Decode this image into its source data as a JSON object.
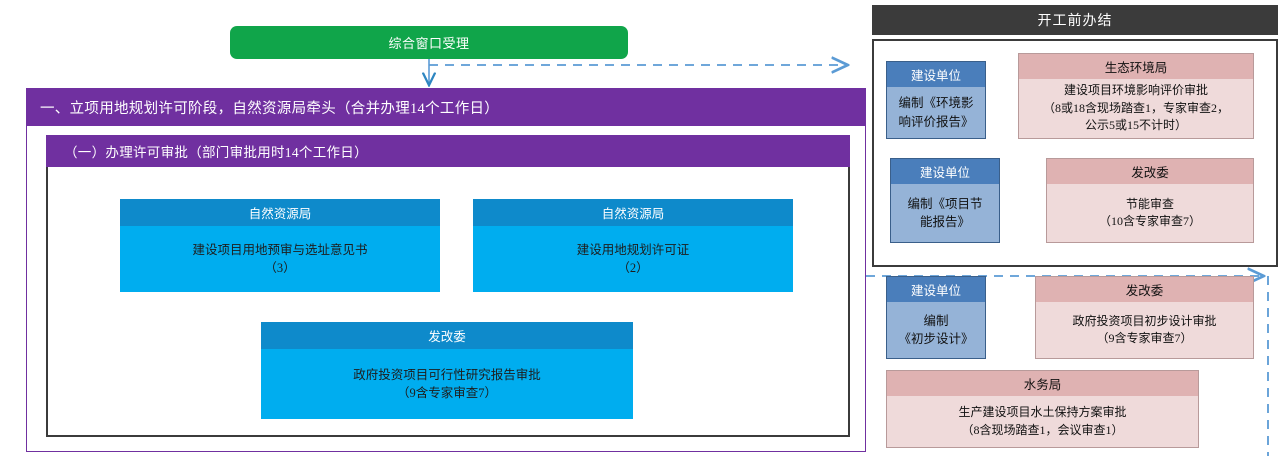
{
  "colors": {
    "green": "#10A54A",
    "purple": "#7030A0",
    "cyan_header": "#0E8ACB",
    "cyan_body": "#00ADEF",
    "blue_header": "#4A7EBB",
    "blue_body": "#95B3D7",
    "pink_header": "#DFB2B2",
    "pink_body": "#EFDADA",
    "dark": "#3B3B3B",
    "arrow_blue": "#5B9BD5"
  },
  "start_node": {
    "label": "综合窗口受理"
  },
  "left_stage": {
    "header": "一、立项用地规划许可阶段，自然资源局牵头（合并办理14个工作日）",
    "sub_header": "（一）办理许可审批（部门审批用时14个工作日）",
    "cards": [
      {
        "org": "自然资源局",
        "task": "建设项目用地预审与选址意见书",
        "days": "（3）"
      },
      {
        "org": "自然资源局",
        "task": "建设用地规划许可证",
        "days": "（2）"
      },
      {
        "org": "发改委",
        "task": "政府投资项目可行性研究报告审批",
        "days": "（9含专家审查7）"
      }
    ]
  },
  "right_panel": {
    "header": "开工前办结",
    "groups": [
      {
        "actor": {
          "org": "建设单位",
          "task": "编制《环境影\n响评价报告》"
        },
        "target": {
          "org": "生态环境局",
          "task": "建设项目环境影响评价审批",
          "days": "（8或18含现场踏查1，专家审查2，\n公示5或15不计时）"
        }
      },
      {
        "actor": {
          "org": "建设单位",
          "task": "编制《项目节\n能报告》"
        },
        "target": {
          "org": "发改委",
          "task": "节能审查",
          "days": "（10含专家审查7）"
        }
      }
    ],
    "lower_groups": [
      {
        "actor": {
          "org": "建设单位",
          "task": "编制\n《初步设计》"
        },
        "target": {
          "org": "发改委",
          "task": "政府投资项目初步设计审批",
          "days": "（9含专家审查7）"
        }
      },
      {
        "target": {
          "org": "水务局",
          "task": "生产建设项目水土保持方案审批",
          "days": "（8含现场踏查1，会议审查1）"
        }
      }
    ]
  }
}
